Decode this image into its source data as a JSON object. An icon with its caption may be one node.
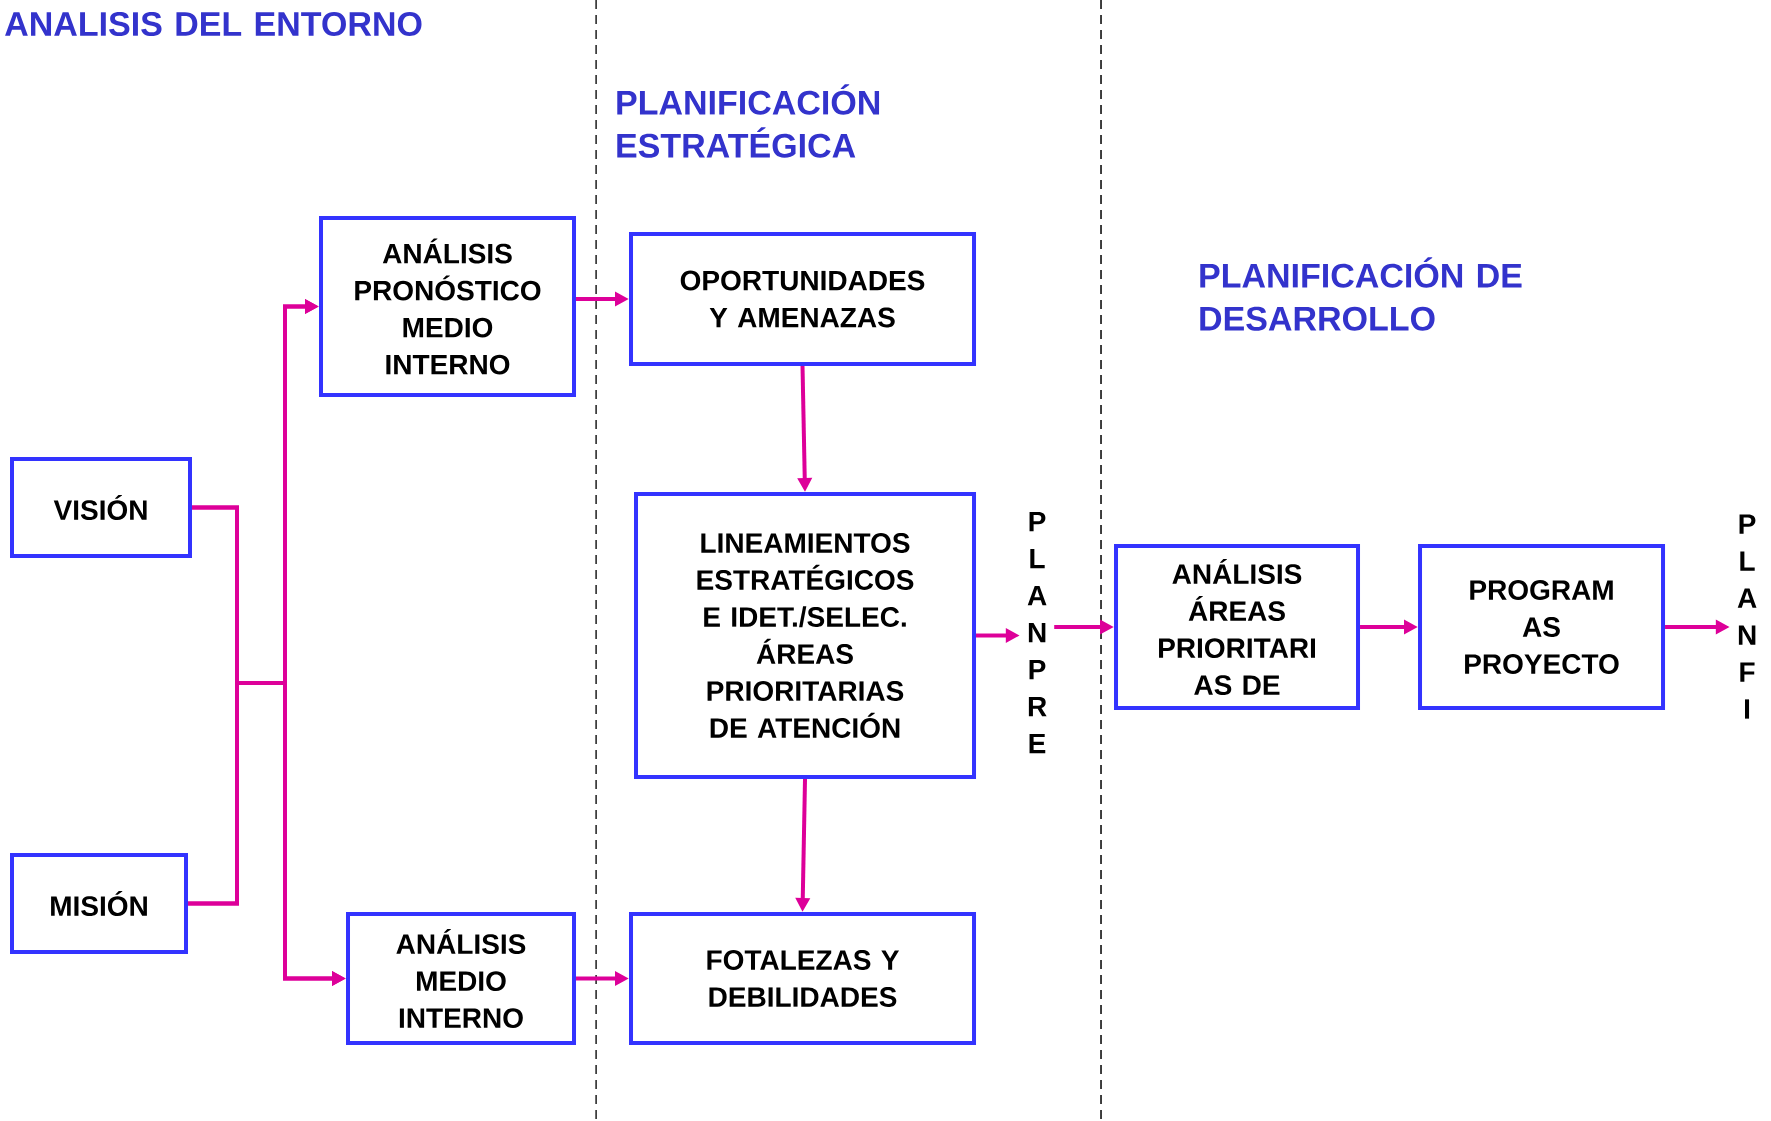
{
  "diagram": {
    "nodes": [
      {
        "text": [
          "VISIÓN"
        ]
      },
      {
        "text": [
          "MISIÓN"
        ]
      },
      {
        "text": [
          "ANÁLISIS PRONÓSTICO MEDIO INTERNO"
        ]
      },
      {
        "text": [
          "ANÁLISIS MEDIO INTERNO"
        ]
      },
      {
        "text": [
          "OPORTUNIDADES Y AMENAZAS"
        ]
      },
      {
        "text": [
          "LINEAMIENTOS ESTRATÉGICOS E IDET./SELEC. ÁREAS PRIORITARIAS DE ATENCIÓN"
        ]
      },
      {
        "text": [
          "FOTALEZAS Y DEBILIDADES"
        ]
      },
      {
        "text": [
          "PLANPRE"
        ]
      },
      {
        "text": [
          "ANÁLISIS ÁREAS PRIORITARI AS DE"
        ]
      },
      {
        "text": [
          "PROGRAM AS PROYECTO"
        ]
      },
      {
        "text": [
          "PLANFI"
        ]
      }
    ],
    "edges": [
      {
        "from": 0,
        "to": 2,
        "arrow": "to"
      },
      {
        "from": 0,
        "to": 3,
        "arrow": "to"
      },
      {
        "from": 1,
        "to": 2,
        "arrow": "to"
      },
      {
        "from": 1,
        "to": 3,
        "arrow": "to"
      },
      {
        "from": 2,
        "to": 4,
        "arrow": "to"
      },
      {
        "from": 3,
        "to": 6,
        "arrow": "to"
      },
      {
        "from": 4,
        "to": 5,
        "arrow": "to"
      },
      {
        "from": 5,
        "to": 6,
        "arrow": "to"
      },
      {
        "from": 5,
        "to": 7,
        "arrow": "to"
      },
      {
        "from": 7,
        "to": 8,
        "arrow": "to"
      },
      {
        "from": 8,
        "to": 9,
        "arrow": "to"
      },
      {
        "from": 9,
        "to": 10,
        "arrow": "to"
      }
    ],
    "labels": [
      "ANALISIS DEL ENTORNO",
      "PLANIFICACIÓN ESTRATÉGICA",
      "PLANIFICACIÓN DE DESARROLLO"
    ]
  }
}
